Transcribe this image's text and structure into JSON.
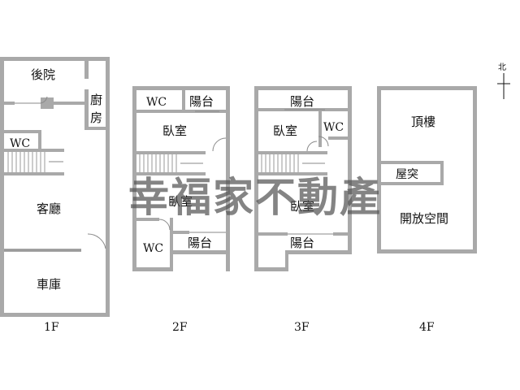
{
  "floors": {
    "f1": {
      "label": "1F",
      "rooms": {
        "backyard": "後院",
        "kitchen_1": "廚",
        "kitchen_2": "房",
        "wc": "WC",
        "living": "客廳",
        "garage": "車庫"
      }
    },
    "f2": {
      "label": "2F",
      "rooms": {
        "wc_top": "WC",
        "balcony_top": "陽台",
        "bedroom_top": "臥室",
        "bedroom_mid": "臥室",
        "wc_bottom": "WC",
        "balcony_bottom": "陽台"
      }
    },
    "f3": {
      "label": "3F",
      "rooms": {
        "balcony_top": "陽台",
        "bedroom_top": "臥室",
        "wc": "WC",
        "bedroom_mid": "臥室",
        "balcony_bottom": "陽台"
      }
    },
    "f4": {
      "label": "4F",
      "rooms": {
        "rooftop": "頂樓",
        "roof_structure": "屋突",
        "open_space": "開放空間"
      }
    }
  },
  "compass": {
    "north_label": "北"
  },
  "watermark": {
    "text": "幸福家不動產"
  },
  "colors": {
    "wall": "#a9a9a9",
    "text": "#111111",
    "watermark": "#555555",
    "background": "#ffffff"
  }
}
